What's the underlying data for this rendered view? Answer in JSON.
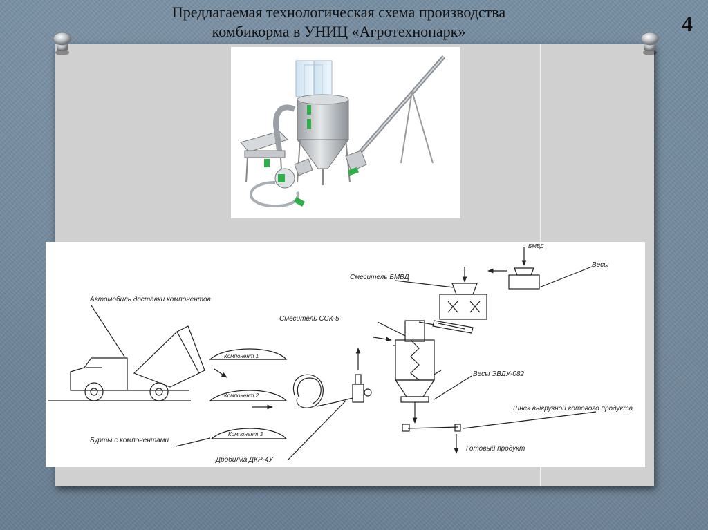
{
  "slide": {
    "title_line1": "Предлагаемая технологическая схема производства",
    "title_line2": "комбикорма в УНИЦ «Агротехнопарк»",
    "number": "4"
  },
  "diagram": {
    "truck_label": "Автомобиль доставки компонентов",
    "pile_1": "Компонент 1",
    "pile_2": "Компонент 2",
    "pile_3": "Компонент 3",
    "piles_label": "Бурты с компонентами",
    "crusher_label": "Дробилка ДКР-4У",
    "mixer_ssk_label": "Смеситель ССК-5",
    "mixer_bmvd_label": "Смеситель БМВД",
    "bmvd_tag": "БМВД",
    "scales_label": "Весы",
    "scales_evdu_label": "Весы ЭВДУ-082",
    "auger_label": "Шнек выгрузной готового продукта",
    "product_label": "Готовый продукт"
  },
  "colors": {
    "background": "#6f8598",
    "board": "#d0d0d0",
    "line": "#222222",
    "accent_green": "#2fae4a",
    "tank_gray": "#c8ccd0"
  }
}
